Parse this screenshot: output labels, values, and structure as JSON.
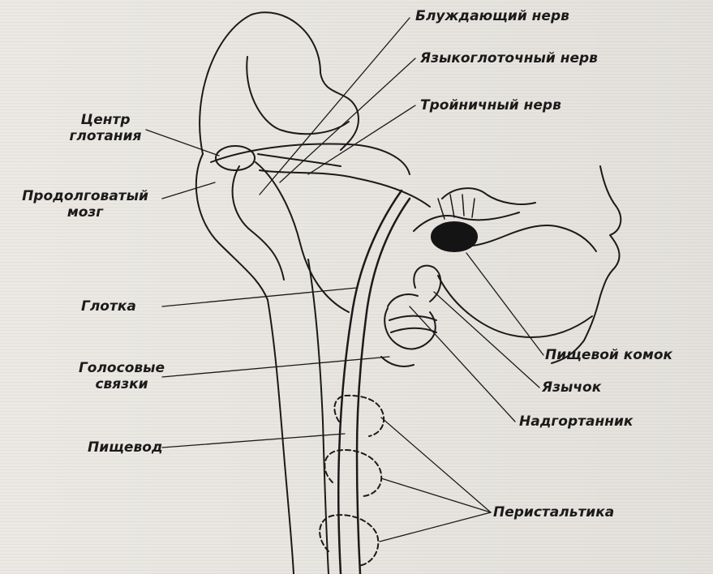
{
  "labels": {
    "vagus": "Блуждающий нерв",
    "glossopharyngeal": "Языкоглоточный нерв",
    "trigeminal": "Тройничный нерв",
    "swallow_center_1": "Центр",
    "swallow_center_2": "глотания",
    "medulla_1": "Продолговатый",
    "medulla_2": "мозг",
    "pharynx": "Глотка",
    "vocal_cords_1": "Голосовые",
    "vocal_cords_2": "связки",
    "esophagus": "Пищевод",
    "food_bolus": "Пищевой комок",
    "uvula": "Язычок",
    "epiglottis": "Надгортанник",
    "peristalsis": "Перистальтика"
  },
  "colors": {
    "ink": "#1a1a1a",
    "bolus": "#141414",
    "paper": "#e9e6e1"
  }
}
